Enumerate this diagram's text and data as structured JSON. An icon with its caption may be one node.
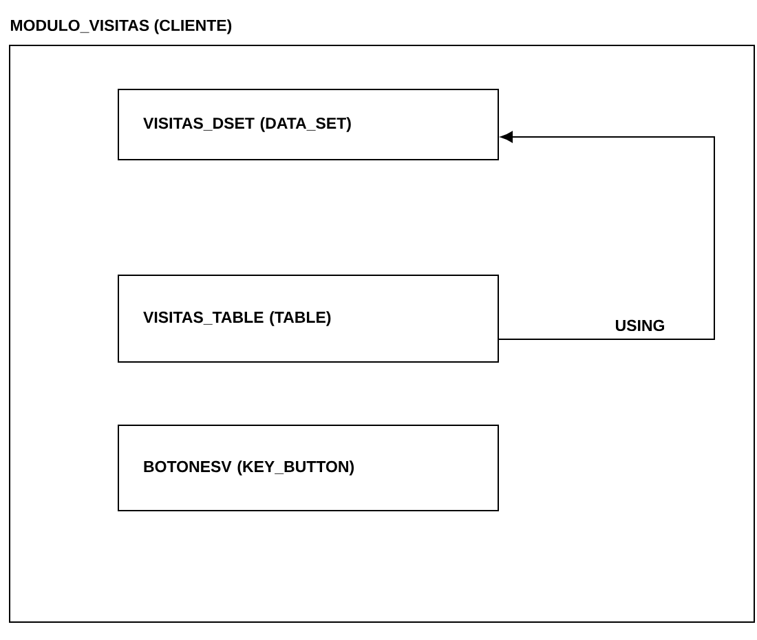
{
  "diagram": {
    "nodes": [
      {
        "text": [
          "MODULO_VISITAS (CLIENTE)"
        ]
      },
      {
        "text": [
          "VISITAS_DSET (DATA_SET)"
        ],
        "in": 0
      },
      {
        "text": [
          "VISITAS_TABLE (TABLE)"
        ],
        "in": 0
      },
      {
        "text": [
          "BOTONESV (KEY_BUTTON)"
        ],
        "in": 0
      }
    ],
    "edges": [
      {
        "from": 2,
        "to": 1,
        "arrow": "to",
        "label": "USING"
      }
    ]
  }
}
